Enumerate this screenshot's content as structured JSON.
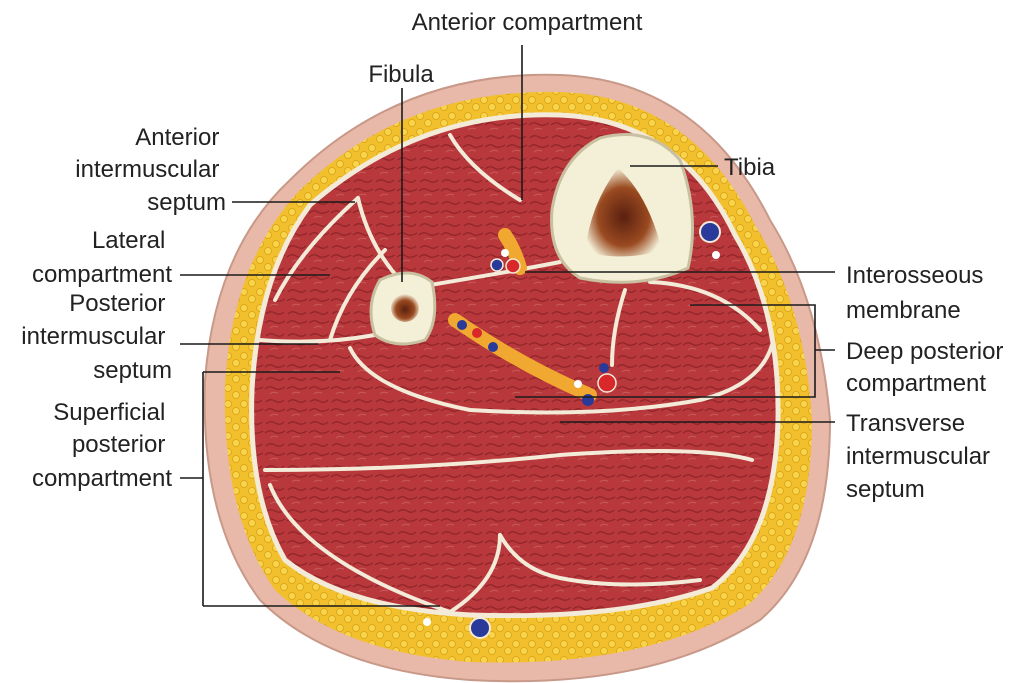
{
  "labels": {
    "anterior_compartment": "Anterior compartment",
    "fibula": "Fibula",
    "tibia": "Tibia",
    "anterior_intermuscular_septum": [
      "Anterior",
      "intermuscular",
      "septum"
    ],
    "lateral_compartment": [
      "Lateral",
      "compartment"
    ],
    "posterior_intermuscular_septum": [
      "Posterior",
      "intermuscular",
      "septum"
    ],
    "superficial_posterior_compartment": [
      "Superficial",
      "posterior",
      "compartment"
    ],
    "interosseous_membrane": [
      "Interosseous",
      "membrane"
    ],
    "deep_posterior_compartment": [
      "Deep posterior",
      "compartment"
    ],
    "transverse_intermuscular_septum": [
      "Transverse",
      "intermuscular",
      "septum"
    ]
  },
  "colors": {
    "skin": "#e8b8a8",
    "fat": "#f2c02c",
    "muscle": "#b8383c",
    "fascia": "#f3ead8",
    "bone_cortex": "#f4f0d8",
    "marrow": "#8a3a18",
    "artery": "#d8282a",
    "vein": "#2a3a9a"
  }
}
